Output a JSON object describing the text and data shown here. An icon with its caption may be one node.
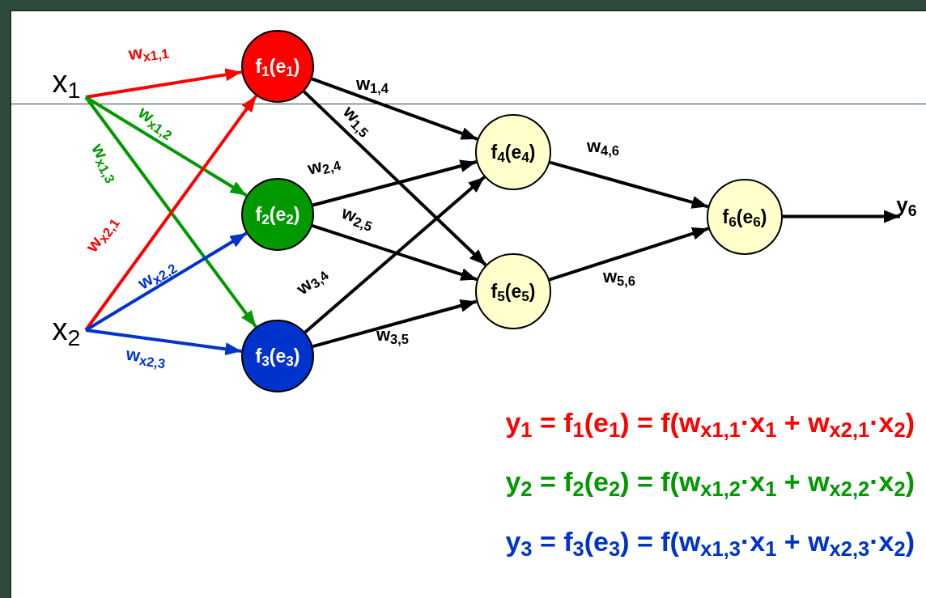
{
  "diagram": {
    "nodes": [
      {
        "text": [
          "x$_{1}$"
        ]
      },
      {
        "text": [
          "x$_{2}$"
        ]
      },
      {
        "text": [
          "f$_{1}$(e$_{1}$)"
        ]
      },
      {
        "text": [
          "f$_{2}$(e$_{2}$)"
        ]
      },
      {
        "text": [
          "f$_{3}$(e$_{3}$)"
        ]
      },
      {
        "text": [
          "f$_{4}$(e$_{4}$)"
        ]
      },
      {
        "text": [
          "f$_{5}$(e$_{5}$)"
        ]
      },
      {
        "text": [
          "f$_{6}$(e$_{6}$)"
        ]
      },
      {
        "text": [
          "y$_{6}$"
        ]
      }
    ],
    "edges": [
      {
        "from": 0,
        "to": 2,
        "arrow": "to",
        "label": "w$_{x1,1}$",
        "color": "#ff0000"
      },
      {
        "from": 0,
        "to": 3,
        "arrow": "to",
        "label": "w$_{x1,2}$",
        "color": "#009900"
      },
      {
        "from": 0,
        "to": 4,
        "arrow": "to",
        "label": "w$_{x1,3}$",
        "color": "#009900"
      },
      {
        "from": 1,
        "to": 2,
        "arrow": "to",
        "label": "w$_{x2,1}$",
        "color": "#ff0000"
      },
      {
        "from": 1,
        "to": 3,
        "arrow": "to",
        "label": "w$_{x2,2}$",
        "color": "#0033cc"
      },
      {
        "from": 1,
        "to": 4,
        "arrow": "to",
        "label": "w$_{x2,3}$",
        "color": "#0033cc"
      },
      {
        "from": 2,
        "to": 5,
        "arrow": "to",
        "label": "w$_{1,4}$"
      },
      {
        "from": 2,
        "to": 6,
        "arrow": "to",
        "label": "w$_{1,5}$"
      },
      {
        "from": 3,
        "to": 5,
        "arrow": "to",
        "label": "w$_{2,4}$"
      },
      {
        "from": 3,
        "to": 6,
        "arrow": "to",
        "label": "w$_{2,5}$"
      },
      {
        "from": 4,
        "to": 5,
        "arrow": "to",
        "label": "w$_{3,4}$"
      },
      {
        "from": 4,
        "to": 6,
        "arrow": "to",
        "label": "w$_{3,5}$"
      },
      {
        "from": 5,
        "to": 7,
        "arrow": "to",
        "label": "w$_{4,6}$"
      },
      {
        "from": 6,
        "to": 7,
        "arrow": "to",
        "label": "w$_{5,6}$"
      },
      {
        "from": 7,
        "to": 8,
        "arrow": "to"
      }
    ],
    "labels": [
      "y$_{1}$ = f$_{1}$(e$_{1}$) = f(w$_{x1,1}$·x$_{1}$ + w$_{x2,1}$·x$_{2}$)",
      "y$_{2}$ = f$_{2}$(e$_{2}$) = f(w$_{x1,2}$·x$_{1}$ + w$_{x2,2}$·x$_{2}$)",
      "y$_{3}$ = f$_{3}$(e$_{3}$) = f(w$_{x1,3}$·x$_{1}$ + w$_{x2,3}$·x$_{2}$)"
    ]
  }
}
